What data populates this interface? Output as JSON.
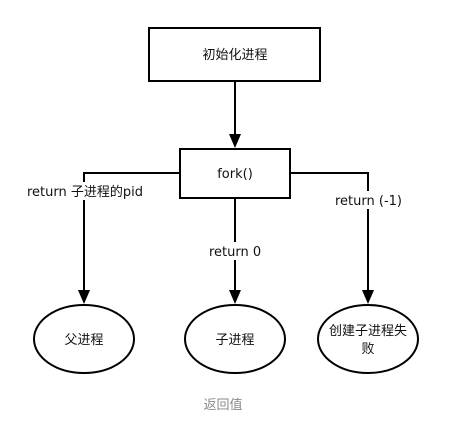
{
  "nodes": {
    "init": "初始化进程",
    "fork": "fork()",
    "parent": "父进程",
    "child": "子进程",
    "fail_line1": "创建子进程失",
    "fail_line2": "败"
  },
  "edges": {
    "to_parent": "return 子进程的pid",
    "to_child": "return 0",
    "to_fail": "return (-1)"
  },
  "caption": "返回值"
}
